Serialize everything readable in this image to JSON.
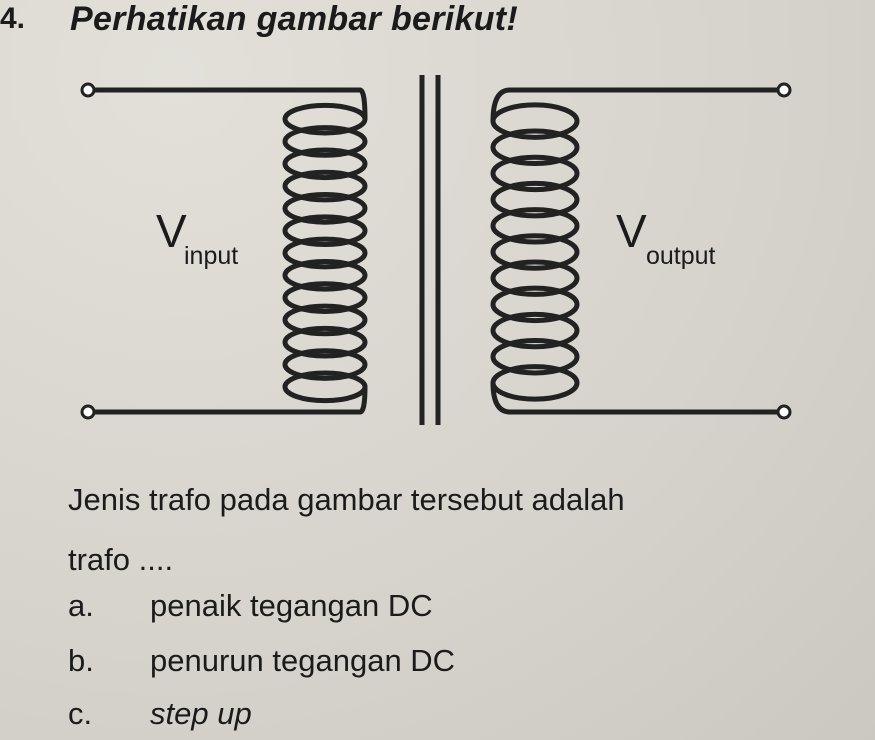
{
  "question": {
    "number": "4.",
    "header": "Perhatikan gambar berikut!",
    "stem_line1": "Jenis trafo pada gambar tersebut adalah",
    "stem_line2": "trafo ....",
    "options": [
      {
        "letter": "a.",
        "text": "penaik tegangan DC"
      },
      {
        "letter": "b.",
        "text": "penurun tegangan DC"
      },
      {
        "letter": "c.",
        "text": "step up"
      }
    ]
  },
  "figure": {
    "input_symbol": "V",
    "input_sub": "input",
    "output_symbol": "V",
    "output_sub": "output",
    "primary_turns": 13,
    "secondary_turns": 11,
    "line_color": "#222222"
  }
}
